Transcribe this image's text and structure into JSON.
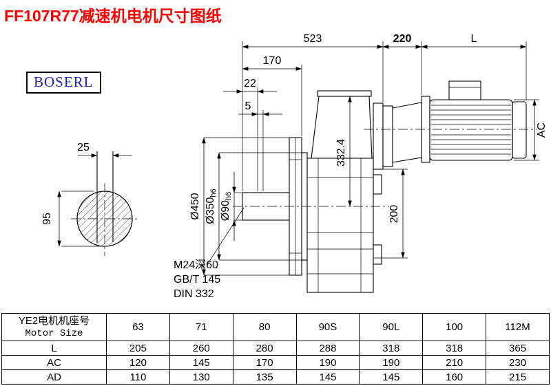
{
  "title": "FF107R77减速机电机尺寸图纸",
  "logo": "BOSERL",
  "colors": {
    "title_red": "#FE0000",
    "logo_blue": "#1B24C0",
    "line_black": "#000000"
  },
  "dims": {
    "total_523": "523",
    "adapter_220": "220",
    "motor_L": "L",
    "flange_170": "170",
    "step_22": "22",
    "step_5": "5",
    "key_25": "25",
    "shaft_95": "95",
    "flange_od": "Ø450",
    "spigot_d": "Ø350",
    "spigot_tol": "h6",
    "shaft_d": "Ø90",
    "shaft_tol": "h6",
    "height_332_4": "332.4",
    "depth_200": "200",
    "motor_ac": "AC"
  },
  "notes": {
    "tap": "M24深60",
    "std1": "GB/T 145",
    "std2": "DIN 332"
  },
  "table": {
    "header_cn": "YE2电机机座号",
    "header_en": "Motor Size",
    "sizes": [
      "63",
      "71",
      "80",
      "90S",
      "90L",
      "100",
      "112M"
    ],
    "rows": [
      {
        "label": "L",
        "values": [
          "205",
          "260",
          "280",
          "288",
          "318",
          "318",
          "365"
        ]
      },
      {
        "label": "AC",
        "values": [
          "120",
          "145",
          "170",
          "190",
          "190",
          "210",
          "230"
        ]
      },
      {
        "label": "AD",
        "values": [
          "110",
          "130",
          "135",
          "145",
          "145",
          "160",
          "215"
        ]
      }
    ]
  }
}
